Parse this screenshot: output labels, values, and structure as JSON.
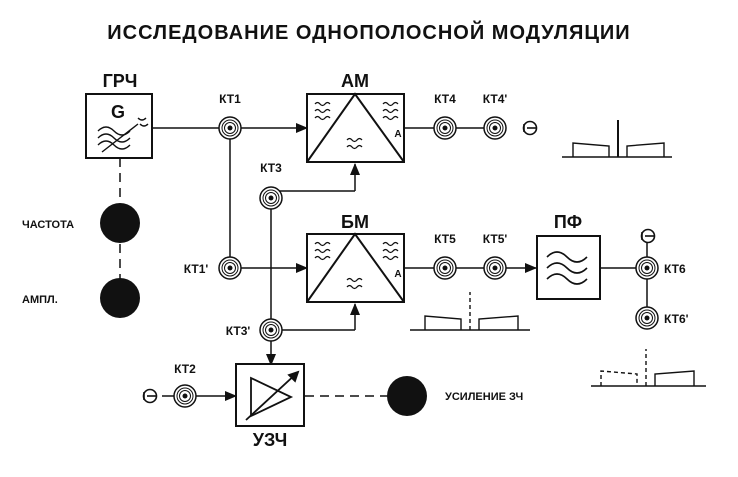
{
  "title": "ИССЛЕДОВАНИЕ ОДНОПОЛОСНОЙ МОДУЛЯЦИИ",
  "blocks": {
    "grch": "ГРЧ",
    "grch_letter": "G",
    "am": "АМ",
    "bm": "БМ",
    "pf": "ПФ",
    "uzch": "УЗЧ",
    "am_suffix": "А",
    "bm_suffix": "А"
  },
  "test_points": {
    "kt1": "КТ1",
    "kt1p": "КТ1'",
    "kt2": "КТ2",
    "kt3": "КТ3",
    "kt3p": "КТ3'",
    "kt4": "КТ4",
    "kt4p": "КТ4'",
    "kt5": "КТ5",
    "kt5p": "КТ5'",
    "kt6": "КТ6",
    "kt6p": "КТ6'"
  },
  "controls": {
    "frequency": "ЧАСТОТА",
    "amplitude": "АМПЛ.",
    "gain": "УСИЛЕНИЕ ЗЧ"
  },
  "icons": [
    "jack-icon",
    "ground-icon",
    "knob-icon",
    "spectrum-icon",
    "sine-icon",
    "amplifier-icon"
  ]
}
